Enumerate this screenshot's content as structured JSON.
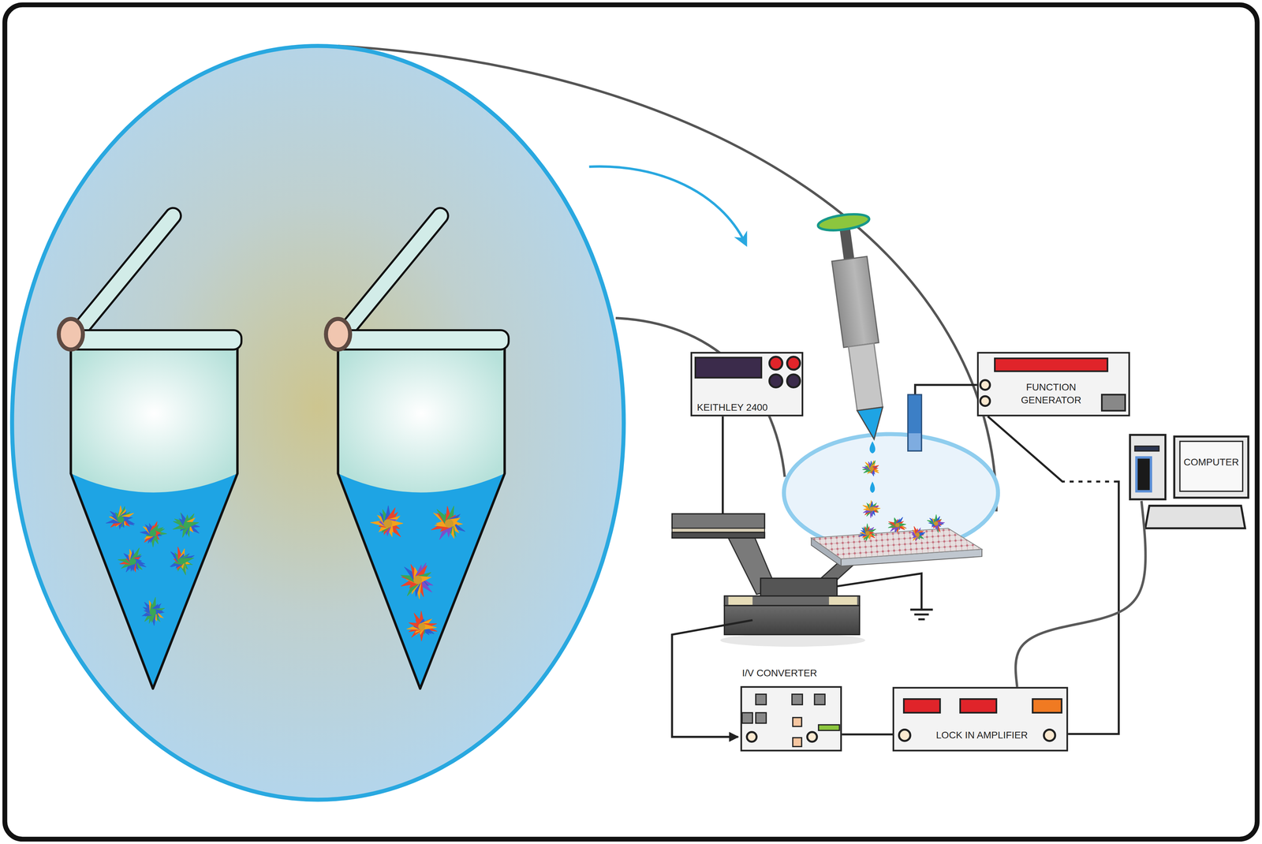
{
  "diagram": {
    "nodes": [
      {
        "text": [
          "KEITHLEY 2400"
        ]
      },
      {
        "text": [
          "FUNCTION GENERATOR"
        ]
      },
      {
        "text": [
          "COMPUTER"
        ]
      },
      {
        "text": [
          "I/V CONVERTER"
        ]
      },
      {
        "text": [
          "LOCK IN AMPLIFIER"
        ]
      }
    ],
    "edges": [
      {
        "from": 3,
        "to": 4,
        "arrow": "none"
      },
      {
        "from": 1,
        "to": 4,
        "arrow": "none"
      },
      {
        "from": 4,
        "to": 2,
        "arrow": "none"
      }
    ]
  }
}
